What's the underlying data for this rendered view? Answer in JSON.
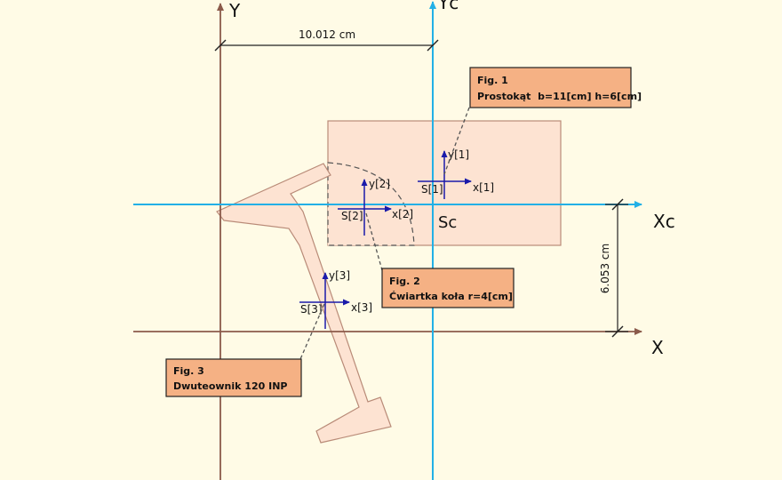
{
  "axes": {
    "y_label": "Y",
    "yc_label": "Yc",
    "x_label": "X",
    "xc_label": "Xc",
    "centroid_label": "Sc"
  },
  "dimensions": {
    "horizontal": "10.012 cm",
    "vertical": "6.053 cm"
  },
  "figures": [
    {
      "title": "Fig. 1",
      "description": "Prostokąt  b=11[cm] h=6[cm]",
      "centroid": "S[1]",
      "local_x": "x[1]",
      "local_y": "y[1]"
    },
    {
      "title": "Fig. 2",
      "description": "Ćwiartka koła r=4[cm]",
      "centroid": "S[2]",
      "local_x": "x[2]",
      "local_y": "y[2]"
    },
    {
      "title": "Fig. 3",
      "description": "Dwuteownik 120 INP",
      "centroid": "S[3]",
      "local_x": "x[3]",
      "local_y": "y[3]"
    }
  ],
  "colors": {
    "background": "#fffbe6",
    "base_axes": "#8b5a4a",
    "central_axes": "#22b0e6",
    "local_axes": "#1a1aaa",
    "shape_fill": "#fde3d2",
    "shape_stroke": "#b98b78",
    "callout_fill": "#f5b184",
    "dimension_line": "#222222"
  }
}
